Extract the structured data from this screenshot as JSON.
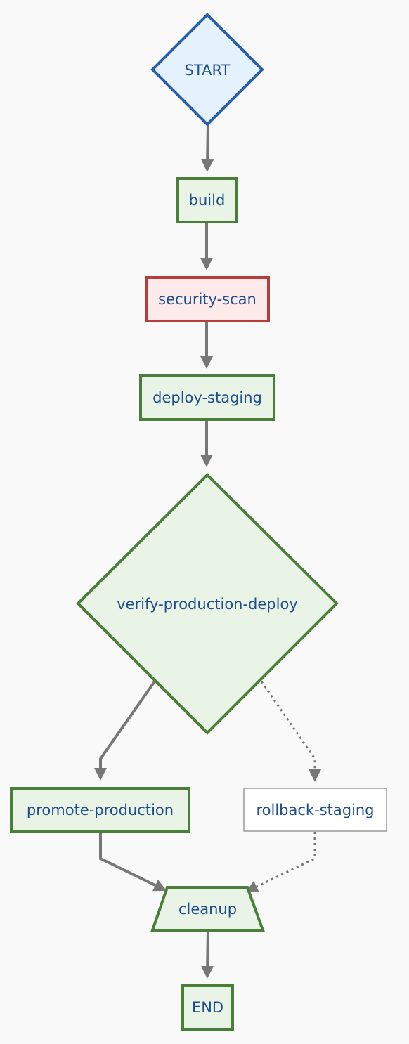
{
  "colors": {
    "background": "#f9f9f9",
    "text": "#1f4e8c",
    "edge": "#777777",
    "start_fill": "#e3f2fd",
    "start_stroke": "#2a5ea8",
    "green_fill": "#e9f3e6",
    "green_stroke": "#4a7f3a",
    "red_fill": "#fdeaea",
    "red_stroke": "#b73c3c",
    "plain_fill": "#ffffff",
    "plain_stroke": "#999999"
  },
  "nodes": {
    "start": "START",
    "build": "build",
    "security_scan": "security-scan",
    "deploy_staging": "deploy-staging",
    "verify_production_deploy": "verify-production-deploy",
    "promote_production": "promote-production",
    "rollback_staging": "rollback-staging",
    "cleanup": "cleanup",
    "end": "END"
  }
}
